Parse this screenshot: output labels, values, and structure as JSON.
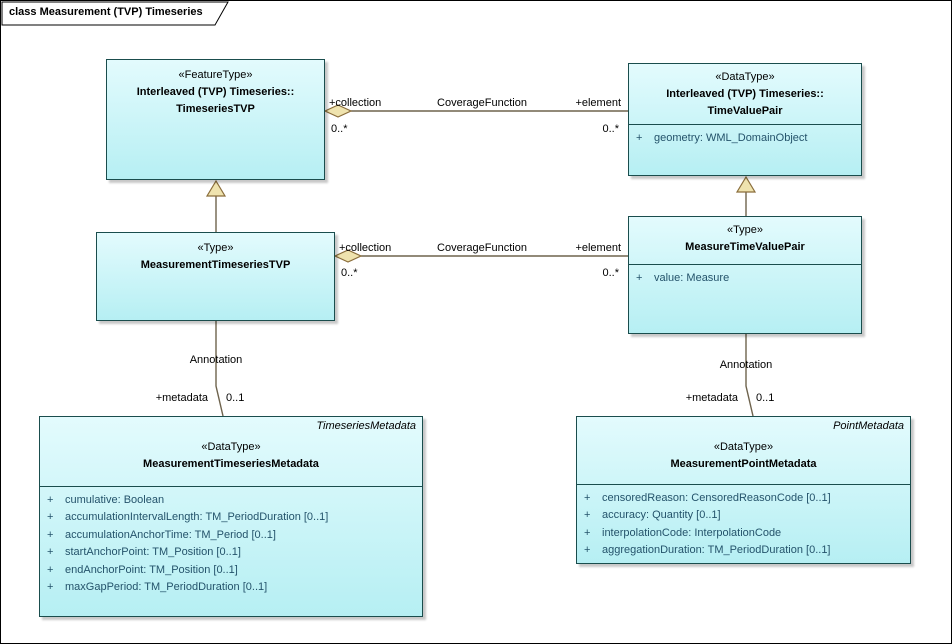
{
  "frame": {
    "title": "class Measurement (TVP) Timeseries"
  },
  "colors": {
    "class_fill": "#c9f3f6",
    "class_border": "#1a4d4d",
    "connector_line": "#6e634d",
    "arrowhead_fill": "#efe3ae",
    "attribute_text": "#24536b"
  },
  "classes": [
    {
      "stereotype": "«FeatureType»",
      "name_line1": "Interleaved (TVP) Timeseries::",
      "name_line2": "TimeseriesTVP",
      "attributes": []
    },
    {
      "stereotype": "«DataType»",
      "name_line1": "Interleaved (TVP) Timeseries::",
      "name_line2": "TimeValuePair",
      "attributes": [
        {
          "vis": "+",
          "text": "geometry: WML_DomainObject"
        }
      ]
    },
    {
      "stereotype": "«Type»",
      "name_line1": "MeasurementTimeseriesTVP",
      "attributes": []
    },
    {
      "stereotype": "«Type»",
      "name_line1": "MeasureTimeValuePair",
      "attributes": [
        {
          "vis": "+",
          "text": "value: Measure"
        }
      ]
    },
    {
      "stereotype": "«DataType»",
      "name_line1": "MeasurementTimeseriesMetadata",
      "corner_label": "TimeseriesMetadata",
      "attributes": [
        {
          "vis": "+",
          "text": "cumulative: Boolean"
        },
        {
          "vis": "+",
          "text": "accumulationIntervalLength: TM_PeriodDuration [0..1]"
        },
        {
          "vis": "+",
          "text": "accumulationAnchorTime: TM_Period [0..1]"
        },
        {
          "vis": "+",
          "text": "startAnchorPoint: TM_Position [0..1]"
        },
        {
          "vis": "+",
          "text": "endAnchorPoint: TM_Position [0..1]"
        },
        {
          "vis": "+",
          "text": "maxGapPeriod: TM_PeriodDuration [0..1]"
        }
      ]
    },
    {
      "stereotype": "«DataType»",
      "name_line1": "MeasurementPointMetadata",
      "corner_label": "PointMetadata",
      "attributes": [
        {
          "vis": "+",
          "text": "censoredReason: CensoredReasonCode [0..1]"
        },
        {
          "vis": "+",
          "text": "accuracy: Quantity [0..1]"
        },
        {
          "vis": "+",
          "text": "interpolationCode: InterpolationCode"
        },
        {
          "vis": "+",
          "text": "aggregationDuration: TM_PeriodDuration [0..1]"
        }
      ]
    }
  ],
  "connectors": {
    "coverage_top": {
      "name": "CoverageFunction",
      "source_role": "+collection",
      "source_mult": "0..*",
      "target_role": "+element",
      "target_mult": "0..*"
    },
    "coverage_mid": {
      "name": "CoverageFunction",
      "source_role": "+collection",
      "source_mult": "0..*",
      "target_role": "+element",
      "target_mult": "0..*"
    },
    "annotation_left": {
      "name": "Annotation",
      "target_role": "+metadata",
      "target_mult": "0..1"
    },
    "annotation_right": {
      "name": "Annotation",
      "target_role": "+metadata",
      "target_mult": "0..1"
    }
  }
}
